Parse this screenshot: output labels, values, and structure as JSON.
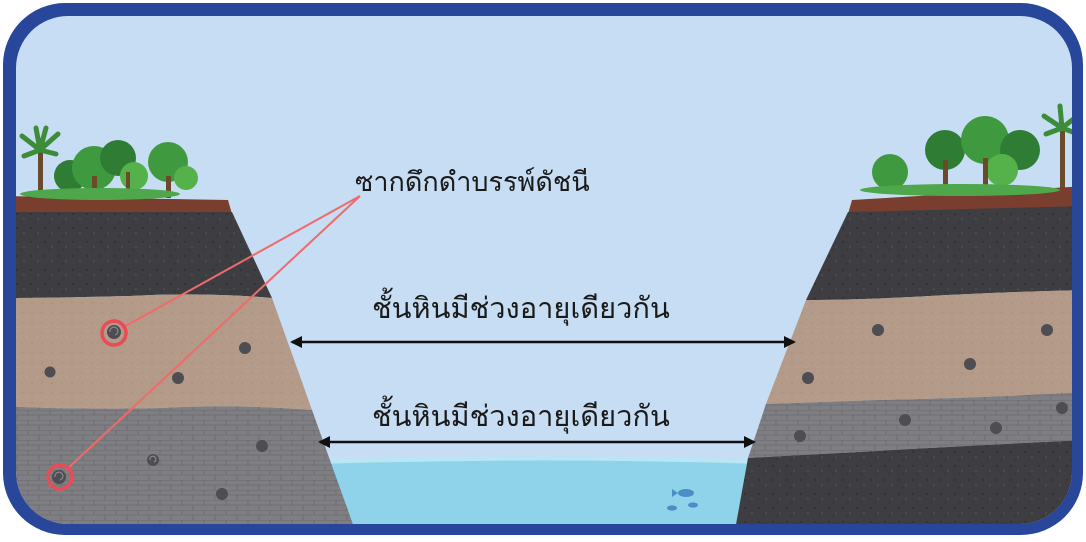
{
  "diagram": {
    "fossil_label": "ซากดึกดำบรรพ์ดัชนี",
    "correlation_label_upper": "ชั้นหินมีช่วงอายุเดียวกัน",
    "correlation_label_lower": "ชั้นหินมีช่วงอายุเดียวกัน"
  },
  "colors": {
    "frame": "#28479a",
    "sky": "#c6ddf3",
    "water": "#8fd3ea",
    "topsoil": "#7a3e2e",
    "dark_rock": "#3e3e42",
    "tan_rock": "#b49a88",
    "gray_rock": "#7f7f83",
    "fossil_highlight": "#e94b57",
    "pointer_line": "#f06a6a",
    "tree_green": "#3f9a3f"
  }
}
